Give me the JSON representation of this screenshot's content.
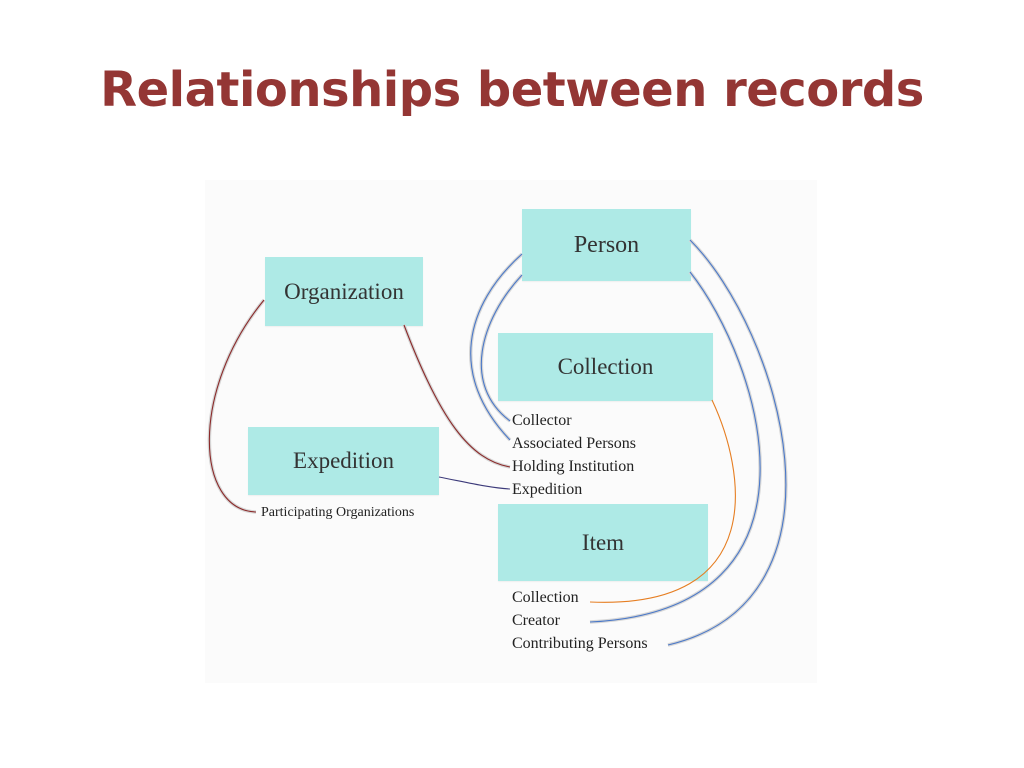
{
  "title": "Relationships between records",
  "colors": {
    "title": "#943634",
    "box_fill": "#aeeae6",
    "line_blue": "#4a78c8",
    "line_red": "#8b2a2a",
    "line_orange": "#e67e22",
    "line_purple": "#3c3a7a"
  },
  "entities": {
    "person": "Person",
    "organization": "Organization",
    "collection": "Collection",
    "expedition": "Expedition",
    "item": "Item"
  },
  "fields": {
    "collection": [
      "Collector",
      "Associated Persons",
      "Holding Institution",
      "Expedition"
    ],
    "expedition": [
      "Participating Organizations"
    ],
    "item": [
      "Collection",
      "Creator",
      "Contributing Persons"
    ]
  }
}
